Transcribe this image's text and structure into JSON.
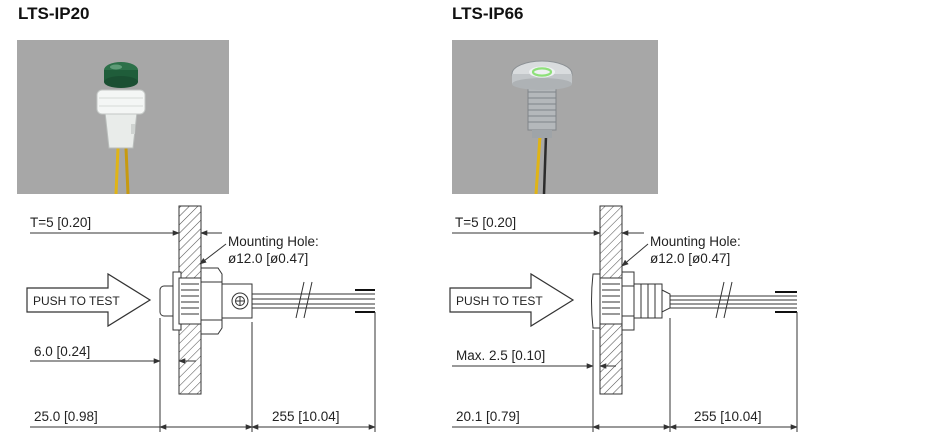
{
  "left": {
    "title": "LTS-IP20",
    "thickness": "T=5 [0.20]",
    "mounting_hole_label": "Mounting Hole:",
    "mounting_hole_value": "ø12.0 [ø0.47]",
    "push_label": "PUSH TO TEST",
    "protrusion": "6.0 [0.24]",
    "body_length": "25.0 [0.98]",
    "lead_length": "255 [10.04]"
  },
  "right": {
    "title": "LTS-IP66",
    "thickness": "T=5 [0.20]",
    "mounting_hole_label": "Mounting Hole:",
    "mounting_hole_value": "ø12.0 [ø0.47]",
    "push_label": "PUSH TO TEST",
    "protrusion": "Max. 2.5 [0.10]",
    "body_length": "20.1 [0.79]",
    "lead_length": "255 [10.04]"
  },
  "colors": {
    "photo_bg": "#a7a7a7",
    "wire": "#e0b416",
    "lens_green": "#1f5d3a",
    "ring_green": "#8ee07a"
  }
}
